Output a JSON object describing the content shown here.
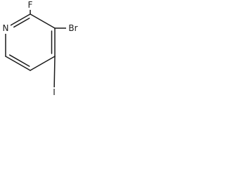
{
  "structure": {
    "ring": "pyridine",
    "atoms": [
      {
        "id": "N",
        "label": "N",
        "element": "N"
      },
      {
        "id": "C2",
        "label": "",
        "element": "C"
      },
      {
        "id": "C3",
        "label": "",
        "element": "C"
      },
      {
        "id": "C4",
        "label": "",
        "element": "C"
      },
      {
        "id": "C5",
        "label": "",
        "element": "C"
      },
      {
        "id": "C6",
        "label": "",
        "element": "C"
      },
      {
        "id": "F",
        "label": "F",
        "element": "F"
      },
      {
        "id": "Br",
        "label": "Br",
        "element": "Br"
      },
      {
        "id": "I",
        "label": "I",
        "element": "I"
      }
    ],
    "bonds": [
      {
        "from": "N",
        "to": "C2",
        "order": 2
      },
      {
        "from": "C2",
        "to": "C3",
        "order": 1
      },
      {
        "from": "C3",
        "to": "C4",
        "order": 2
      },
      {
        "from": "C4",
        "to": "C5",
        "order": 1
      },
      {
        "from": "C5",
        "to": "C6",
        "order": 2
      },
      {
        "from": "C6",
        "to": "N",
        "order": 1
      },
      {
        "from": "C2",
        "to": "F",
        "order": 1
      },
      {
        "from": "C3",
        "to": "Br",
        "order": 1
      },
      {
        "from": "C4",
        "to": "I",
        "order": 1
      }
    ]
  },
  "labels": {
    "nitrogen": "N",
    "fluorine": "F",
    "bromine": "Br",
    "iodine": "I"
  },
  "colors": {
    "bond": "#1a1a1a",
    "text": "#1a1a1a",
    "background": "#ffffff"
  }
}
